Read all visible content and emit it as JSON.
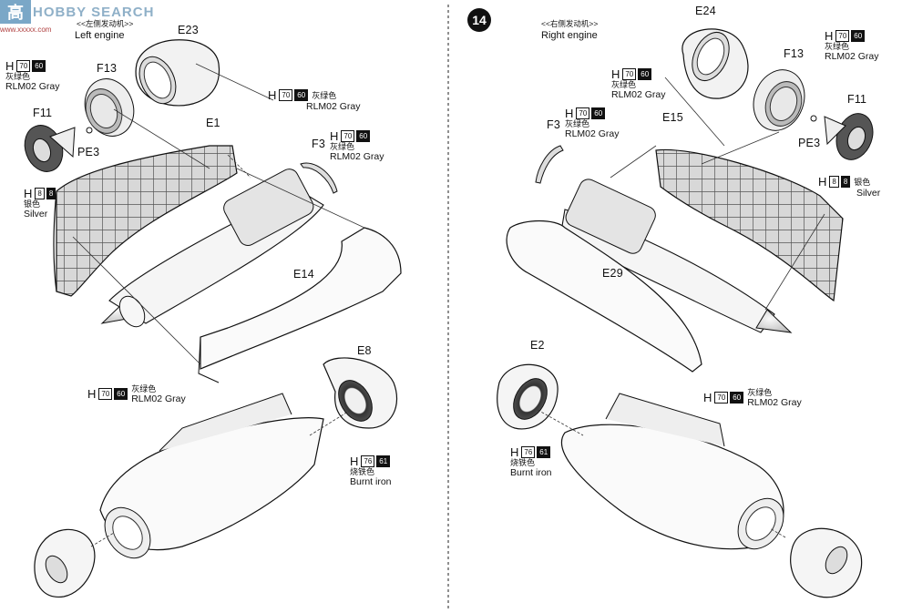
{
  "watermark": {
    "logo": "高",
    "text": "HOBBY SEARCH",
    "url": "www.xxxxx.com"
  },
  "left": {
    "heading_cn": "<<左侧发动机>>",
    "heading_en": "Left engine",
    "parts": {
      "e23": "E23",
      "f13": "F13",
      "f11": "F11",
      "pe3": "PE3",
      "e1": "E1",
      "f3": "F3",
      "e14": "E14",
      "e8": "E8"
    },
    "paint_gray_1": {
      "h": "H",
      "a": "70",
      "b": "60",
      "cn": "灰绿色",
      "en": "RLM02 Gray"
    },
    "paint_gray_2": {
      "h": "H",
      "a": "70",
      "b": "60",
      "cn": "灰绿色",
      "en": "RLM02 Gray"
    },
    "paint_gray_3": {
      "h": "H",
      "a": "70",
      "b": "60",
      "cn": "灰绿色",
      "en": "RLM02 Gray"
    },
    "paint_gray_4": {
      "h": "H",
      "a": "70",
      "b": "60",
      "cn": "灰绿色",
      "en": "RLM02 Gray"
    },
    "paint_silver": {
      "h": "H",
      "a": "8",
      "b": "8",
      "cn": "银色",
      "en": "Silver"
    },
    "paint_iron": {
      "h": "H",
      "a": "76",
      "b": "61",
      "cn": "烧铁色",
      "en": "Burnt iron"
    }
  },
  "right": {
    "step": "14",
    "heading_cn": "<<右侧发动机>>",
    "heading_en": "Right engine",
    "parts": {
      "e24": "E24",
      "f13": "F13",
      "f11": "F11",
      "pe3": "PE3",
      "e15": "E15",
      "f3": "F3",
      "e29": "E29",
      "e2": "E2"
    },
    "paint_gray_1": {
      "h": "H",
      "a": "70",
      "b": "60",
      "cn": "灰绿色",
      "en": "RLM02 Gray"
    },
    "paint_gray_2": {
      "h": "H",
      "a": "70",
      "b": "60",
      "cn": "灰绿色",
      "en": "RLM02 Gray"
    },
    "paint_gray_3": {
      "h": "H",
      "a": "70",
      "b": "60",
      "cn": "灰绿色",
      "en": "RLM02 Gray"
    },
    "paint_gray_4": {
      "h": "H",
      "a": "70",
      "b": "60",
      "cn": "灰绿色",
      "en": "RLM02 Gray"
    },
    "paint_silver": {
      "h": "H",
      "a": "8",
      "b": "8",
      "cn": "银色",
      "en": "Silver"
    },
    "paint_iron": {
      "h": "H",
      "a": "76",
      "b": "61",
      "cn": "烧铁色",
      "en": "Burnt iron"
    }
  }
}
